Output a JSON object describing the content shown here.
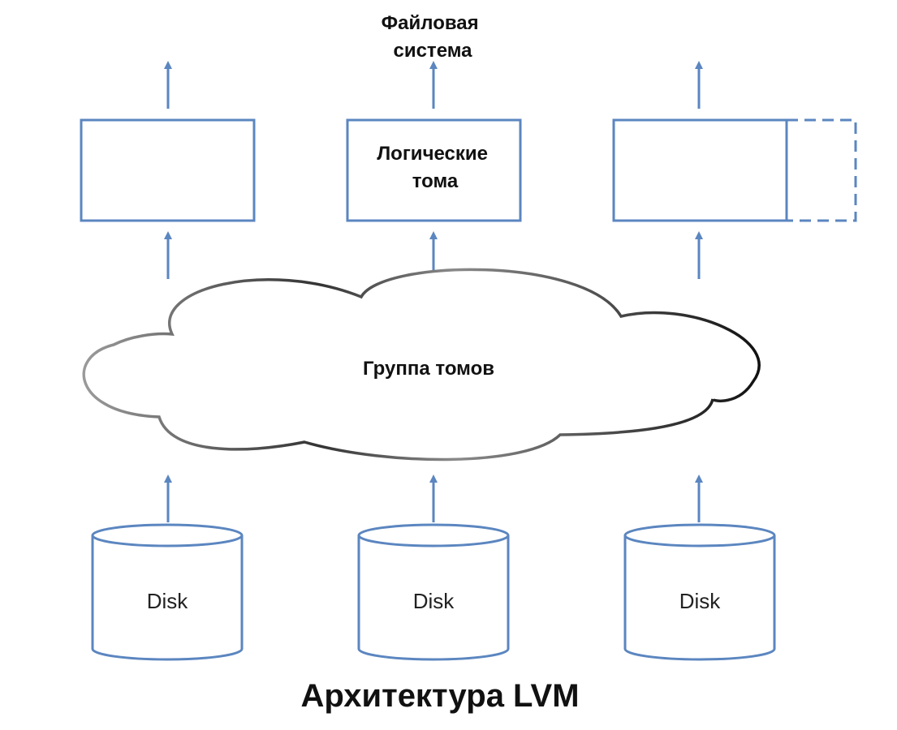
{
  "title": "Архитектура LVM",
  "filesystem_label": [
    "Файловая",
    "система"
  ],
  "logical_volumes_label": [
    "Логические",
    "тома"
  ],
  "volume_group_label": "Группа томов",
  "disks": [
    {
      "label": "Disk"
    },
    {
      "label": "Disk"
    },
    {
      "label": "Disk"
    }
  ],
  "colors": {
    "shape_stroke": "#5b86c0",
    "cloud_stroke": "#1a1a1a",
    "text": "#111111"
  }
}
